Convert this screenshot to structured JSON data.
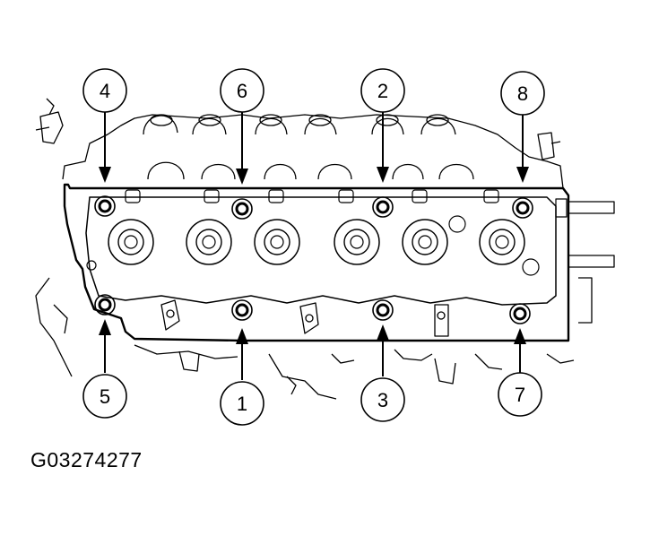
{
  "figure_id": "G03274277",
  "callouts": [
    {
      "label": "4"
    },
    {
      "label": "6"
    },
    {
      "label": "2"
    },
    {
      "label": "8"
    },
    {
      "label": "5"
    },
    {
      "label": "1"
    },
    {
      "label": "3"
    },
    {
      "label": "7"
    }
  ],
  "colors": {
    "ink": "#000000",
    "background": "#ffffff"
  }
}
